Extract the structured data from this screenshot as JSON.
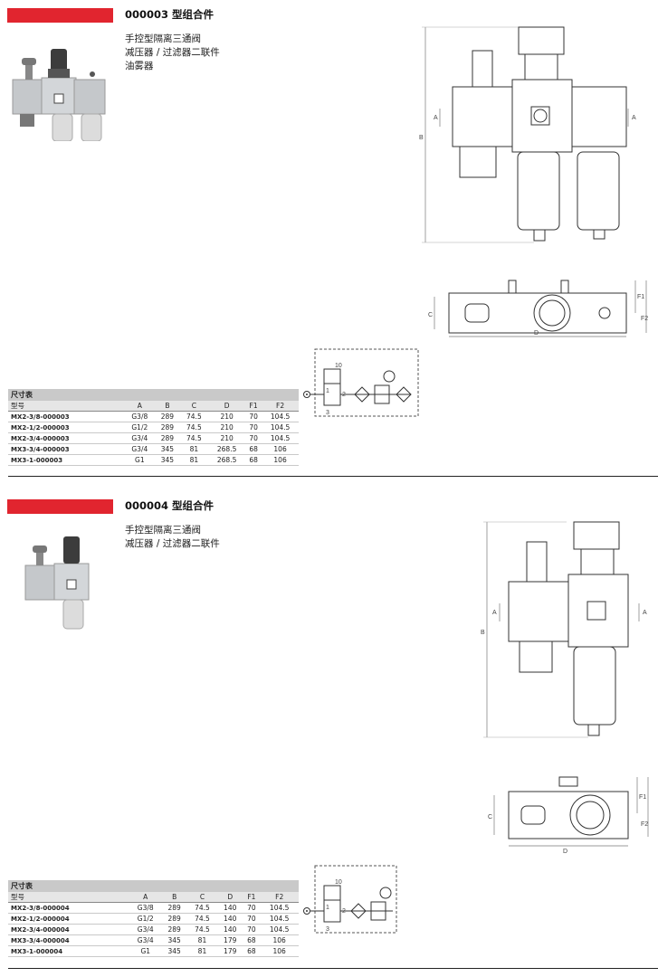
{
  "sections": [
    {
      "title": "000003 型组合件",
      "desc": [
        "手控型隔离三通阀",
        "减压器 / 过滤器二联件",
        "油雾器"
      ],
      "table": {
        "caption": "尺寸表",
        "headers": [
          "型号",
          "A",
          "B",
          "C",
          "D",
          "F1",
          "F2"
        ],
        "rows": [
          [
            "MX2-3/8-000003",
            "G3/8",
            "289",
            "74.5",
            "210",
            "70",
            "104.5"
          ],
          [
            "MX2-1/2-000003",
            "G1/2",
            "289",
            "74.5",
            "210",
            "70",
            "104.5"
          ],
          [
            "MX2-3/4-000003",
            "G3/4",
            "289",
            "74.5",
            "210",
            "70",
            "104.5"
          ],
          [
            "MX3-3/4-000003",
            "G3/4",
            "345",
            "81",
            "268.5",
            "68",
            "106"
          ],
          [
            "MX3-1-000003",
            "G1",
            "345",
            "81",
            "268.5",
            "68",
            "106"
          ]
        ]
      },
      "dims": {
        "front": [
          "A",
          "A",
          "B"
        ],
        "top": [
          "C",
          "D",
          "F1",
          "F2"
        ]
      }
    },
    {
      "title": "000004 型组合件",
      "desc": [
        "手控型隔离三通阀",
        "减压器 / 过滤器二联件"
      ],
      "table": {
        "caption": "尺寸表",
        "headers": [
          "型号",
          "A",
          "B",
          "C",
          "D",
          "F1",
          "F2"
        ],
        "rows": [
          [
            "MX2-3/8-000004",
            "G3/8",
            "289",
            "74.5",
            "140",
            "70",
            "104.5"
          ],
          [
            "MX2-1/2-000004",
            "G1/2",
            "289",
            "74.5",
            "140",
            "70",
            "104.5"
          ],
          [
            "MX2-3/4-000004",
            "G3/4",
            "289",
            "74.5",
            "140",
            "70",
            "104.5"
          ],
          [
            "MX3-3/4-000004",
            "G3/4",
            "345",
            "81",
            "179",
            "68",
            "106"
          ],
          [
            "MX3-1-000004",
            "G1",
            "345",
            "81",
            "179",
            "68",
            "106"
          ]
        ]
      },
      "dims": {
        "front": [
          "A",
          "A",
          "B"
        ],
        "top": [
          "C",
          "D",
          "F1",
          "F2"
        ]
      }
    }
  ],
  "schematic_labels": {
    "port1": "1",
    "port2": "2",
    "port3": "3",
    "port10": "10"
  },
  "colors": {
    "accent_red": "#e1252f",
    "table_header_gray": "#c9c9c9"
  }
}
